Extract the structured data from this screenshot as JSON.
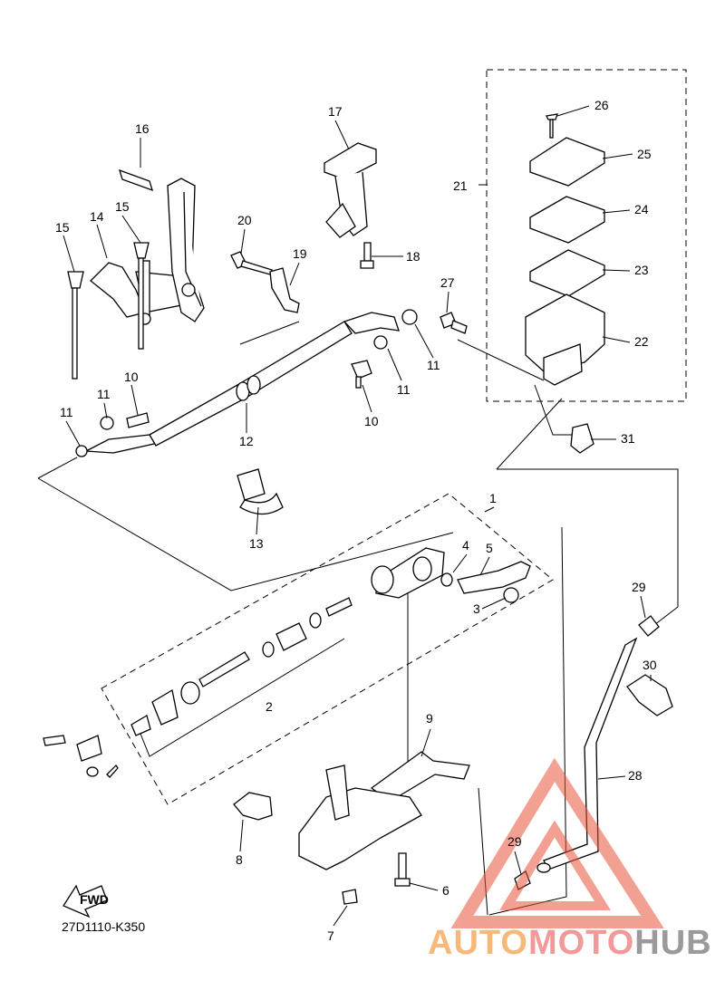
{
  "diagram_code": "27D1110-K350",
  "fwd_label": "FWD",
  "watermark": {
    "part1": "AUTO",
    "part2": "MOTO",
    "part3": "HUB"
  },
  "callouts": [
    "1",
    "2",
    "3",
    "4",
    "5",
    "6",
    "7",
    "8",
    "9",
    "10",
    "10",
    "11",
    "11",
    "11",
    "11",
    "12",
    "13",
    "14",
    "15",
    "15",
    "16",
    "17",
    "18",
    "19",
    "20",
    "21",
    "22",
    "23",
    "24",
    "25",
    "26",
    "27",
    "28",
    "29",
    "29",
    "30",
    "31"
  ]
}
